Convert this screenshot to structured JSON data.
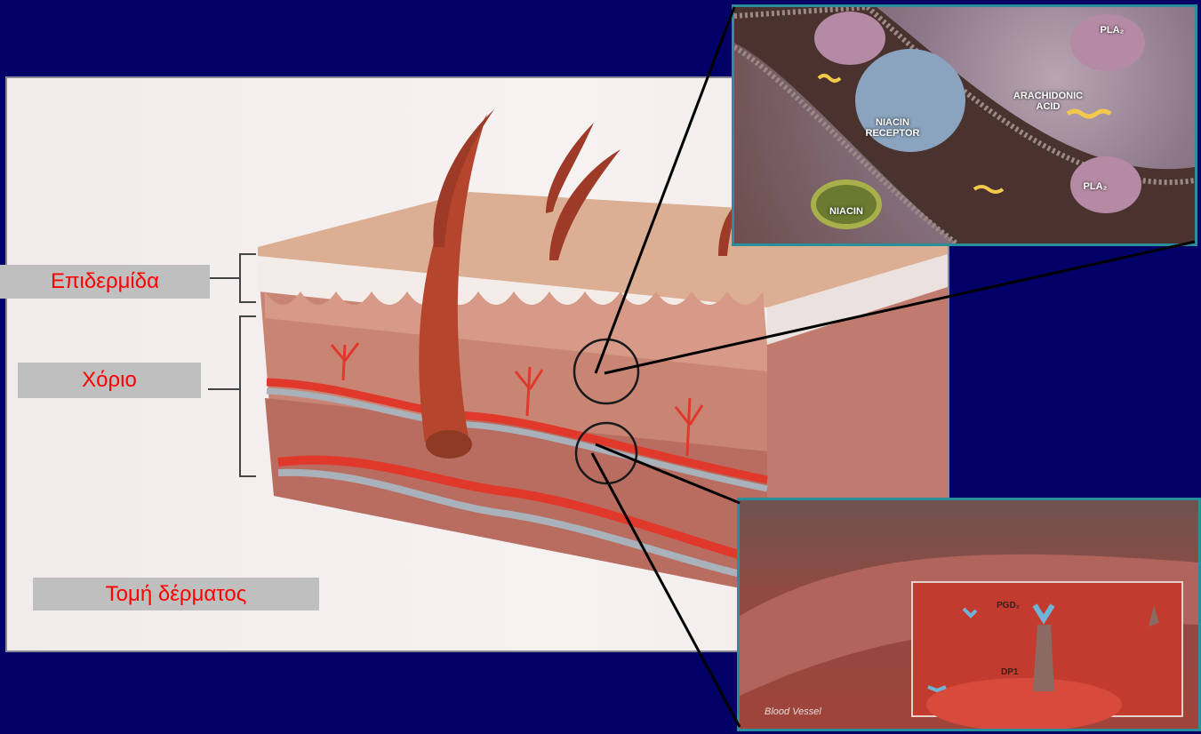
{
  "labels": {
    "epidermis": "Επιδερμίδα",
    "dermis": "Χόριο",
    "skin_section": "Τομή δέρματος"
  },
  "inset_top": {
    "niacin_receptor": [
      "NIACIN",
      "RECEPTOR"
    ],
    "niacin": "NIACIN",
    "arachidonic_acid": [
      "ARACHIDONIC",
      "ACID"
    ],
    "pla2_top": "PLA₂",
    "pla2_bottom": "PLA₂"
  },
  "inset_bottom": {
    "pgd2": "PGD₂",
    "dp1": "DP1",
    "blood_vessel": "Blood Vessel"
  },
  "colors": {
    "background": "#000066",
    "label_text": "#ff0000",
    "label_bg": "#bfbfbf",
    "inset_border": "#2a8f9a"
  }
}
